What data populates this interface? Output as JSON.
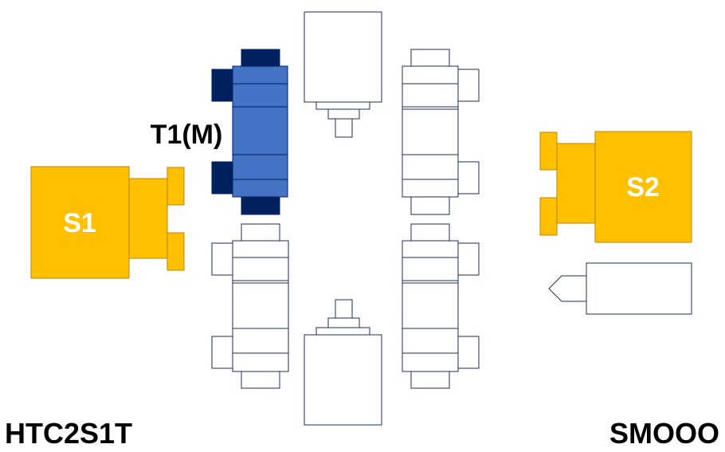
{
  "labels": {
    "spindle_1": "S1",
    "spindle_2": "S2",
    "active_turret": "T1(M)",
    "left_code": "HTC2S1T",
    "right_code": "SMOOO"
  },
  "colors": {
    "spindle_fill": "#FFC000",
    "spindle_stroke": "#B8860B",
    "turret_fill": "#4472C4",
    "turret_dark": "#002060",
    "outline": "#1F2D5A",
    "text_dark": "#000000",
    "text_light": "#FFFFFF"
  }
}
